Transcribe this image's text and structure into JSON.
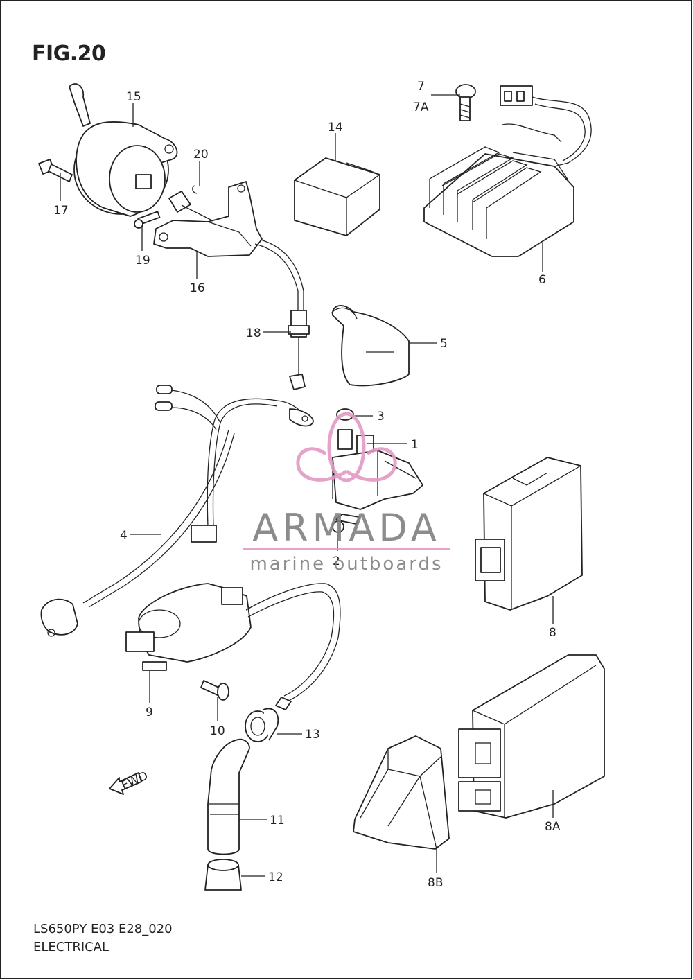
{
  "figure": {
    "title": "FIG.20"
  },
  "footer": {
    "model_code": "LS650PY E03 E28_020",
    "section": "ELECTRICAL"
  },
  "watermark": {
    "brand": "ARMADA",
    "tagline": "marine outboards",
    "color": "#e39ac4"
  },
  "fwd_arrow": {
    "label": "FWD"
  },
  "callouts": [
    {
      "id": "15",
      "text": "15"
    },
    {
      "id": "17",
      "text": "17"
    },
    {
      "id": "20",
      "text": "20"
    },
    {
      "id": "19",
      "text": "19"
    },
    {
      "id": "16",
      "text": "16"
    },
    {
      "id": "14",
      "text": "14"
    },
    {
      "id": "7",
      "text": "7"
    },
    {
      "id": "7A",
      "text": "7A"
    },
    {
      "id": "6",
      "text": "6"
    },
    {
      "id": "18",
      "text": "18"
    },
    {
      "id": "5",
      "text": "5"
    },
    {
      "id": "3",
      "text": "3"
    },
    {
      "id": "1",
      "text": "1"
    },
    {
      "id": "4",
      "text": "4"
    },
    {
      "id": "2",
      "text": "2"
    },
    {
      "id": "8",
      "text": "8"
    },
    {
      "id": "9",
      "text": "9"
    },
    {
      "id": "10",
      "text": "10"
    },
    {
      "id": "13",
      "text": "13"
    },
    {
      "id": "11",
      "text": "11"
    },
    {
      "id": "12",
      "text": "12"
    },
    {
      "id": "8A",
      "text": "8A"
    },
    {
      "id": "8B",
      "text": "8B"
    }
  ]
}
